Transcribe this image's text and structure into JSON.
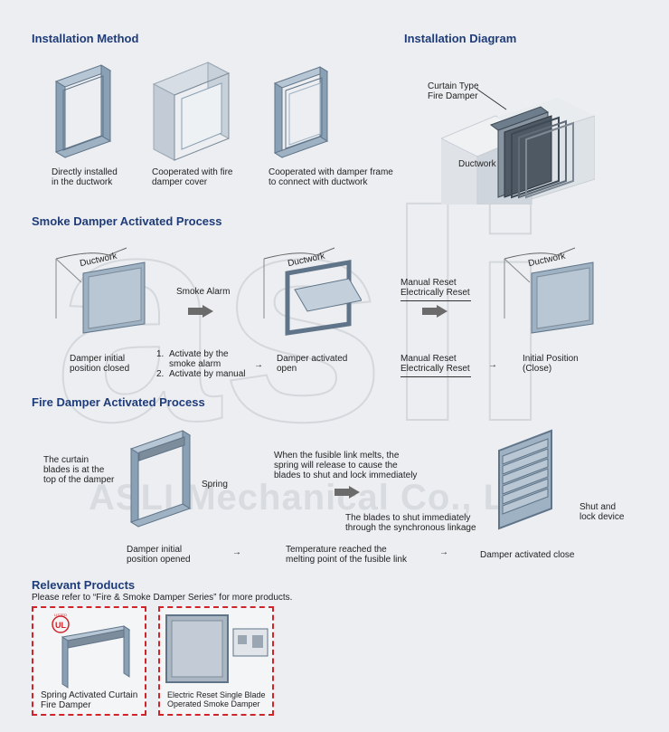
{
  "installation_method": {
    "heading": "Installation Method",
    "items": [
      {
        "caption1": "Directly installed",
        "caption2": "in the ductwork"
      },
      {
        "caption1": "Cooperated with fire",
        "caption2": "damper cover"
      },
      {
        "caption1": "Cooperated with damper frame",
        "caption2": "to connect with ductwork"
      }
    ]
  },
  "installation_diagram": {
    "heading": "Installation Diagram",
    "callout1": "Curtain Type",
    "callout2": "Fire Damper",
    "duct_label": "Ductwork"
  },
  "smoke_process": {
    "heading": "Smoke Damper Activated Process",
    "duct_label": "Ductwork",
    "smoke_alarm": "Smoke Alarm",
    "manual_reset_top1": "Manual Reset",
    "manual_reset_top2": "Electrically Reset",
    "step1a": "Damper initial",
    "step1b": "position closed",
    "activate1a": "Activate by the",
    "activate1b": "smoke alarm",
    "activate2": "Activate by manual",
    "num1": "1.",
    "num2": "2.",
    "step2a": "Damper activated",
    "step2b": "open",
    "manual_reset_mid1": "Manual Reset",
    "manual_reset_mid2": "Electrically Reset",
    "step4a": "Initial Position",
    "step4b": "(Close)"
  },
  "fire_process": {
    "heading": "Fire Damper Activated Process",
    "curtain1": "The curtain",
    "curtain2": "blades is at the",
    "curtain3": "top of the damper",
    "spring": "Spring",
    "melt1": "When the fusible link melts, the",
    "melt2": "spring will release to cause the",
    "melt3": "blades to shut and lock immediately",
    "sync1": "The blades to shut immediately",
    "sync2": "through the synchronous linkage",
    "shut1": "Shut and",
    "shut2": "lock device",
    "step1a": "Damper initial",
    "step1b": "position opened",
    "step2a": "Temperature reached the",
    "step2b": "melting point of the fusible link",
    "step3": "Damper activated close"
  },
  "watermark": "ASLI Mechanical Co., Ltd.",
  "relevant": {
    "heading": "Relevant Products",
    "note": "Please refer to “Fire & Smoke Damper Series” for more products.",
    "products": [
      {
        "line1": "Spring Activated Curtain",
        "line2": "Fire Damper"
      },
      {
        "line1": "Electric Reset Single Blade",
        "line2": "Operated Smoke Damper"
      }
    ],
    "ul_mark": "UL",
    "ul_listed": "LISTED"
  },
  "colors": {
    "heading": "#1f3c7a",
    "frame": "#8aa0b4",
    "frame_dark": "#5f7488",
    "dashed_border": "#d0232a",
    "arrow": "#6b6b6b"
  }
}
